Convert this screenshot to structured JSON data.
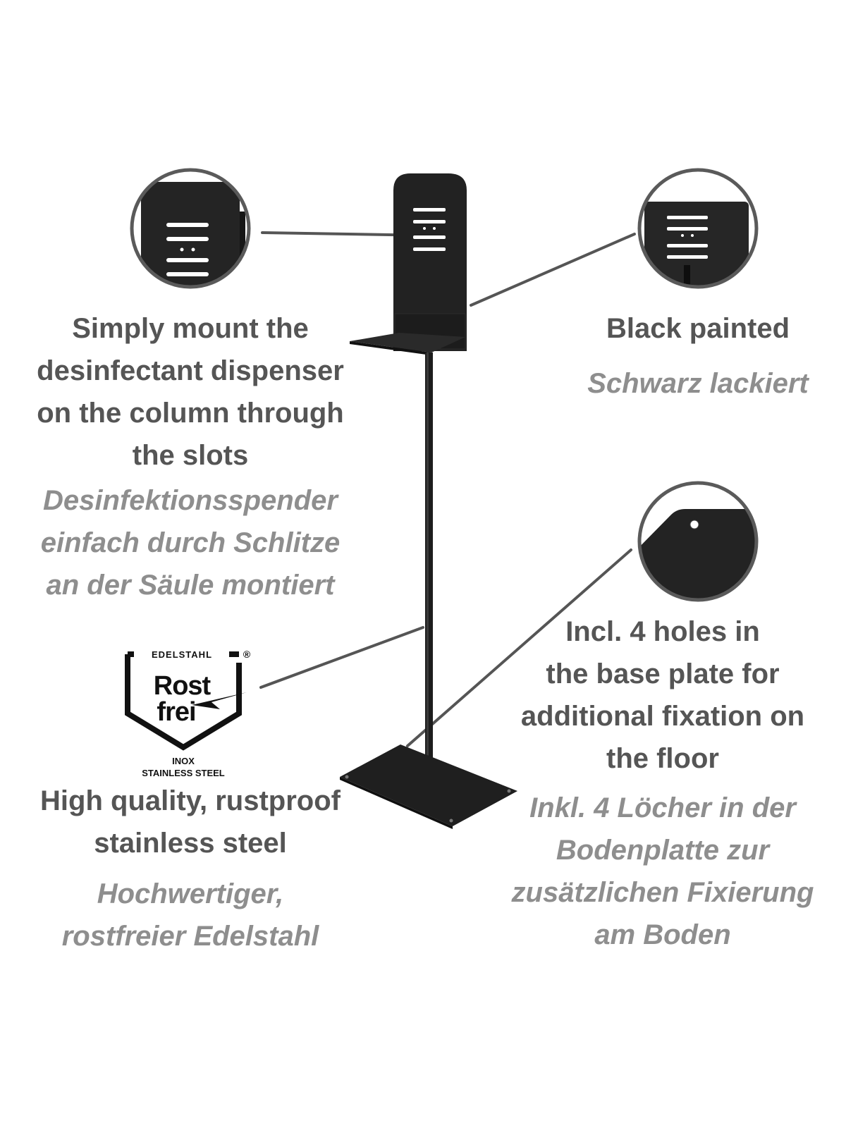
{
  "callouts": {
    "mount": {
      "en_lines": [
        "Simply mount the",
        "desinfectant dispenser",
        "on the column through",
        "the slots"
      ],
      "de_lines": [
        "Desinfektionsspender",
        "einfach durch Schlitze",
        "an der Säule montiert"
      ]
    },
    "paint": {
      "en_lines": [
        "Black painted"
      ],
      "de_lines": [
        "Schwarz lackiert"
      ]
    },
    "holes": {
      "en_lines": [
        "Incl. 4 holes in",
        "the base plate for",
        "additional fixation on",
        "the floor"
      ],
      "de_lines": [
        "Inkl. 4 Löcher in der",
        "Bodenplatte zur",
        "zusätzlichen Fixierung",
        "am Boden"
      ]
    },
    "steel": {
      "en_lines": [
        "High quality, rustproof",
        "stainless steel"
      ],
      "de_lines": [
        "Hochwertiger,",
        "rostfreier Edelstahl"
      ]
    }
  },
  "logo": {
    "top": "EDELSTAHL",
    "registered": "®",
    "word1": "Rost",
    "word2": "frei",
    "sub1": "INOX",
    "sub2": "STAINLESS STEEL"
  },
  "colors": {
    "product": "#1f1f1f",
    "text_primary": "#555555",
    "text_secondary": "#8e8e8e",
    "callout_line": "#555555"
  }
}
